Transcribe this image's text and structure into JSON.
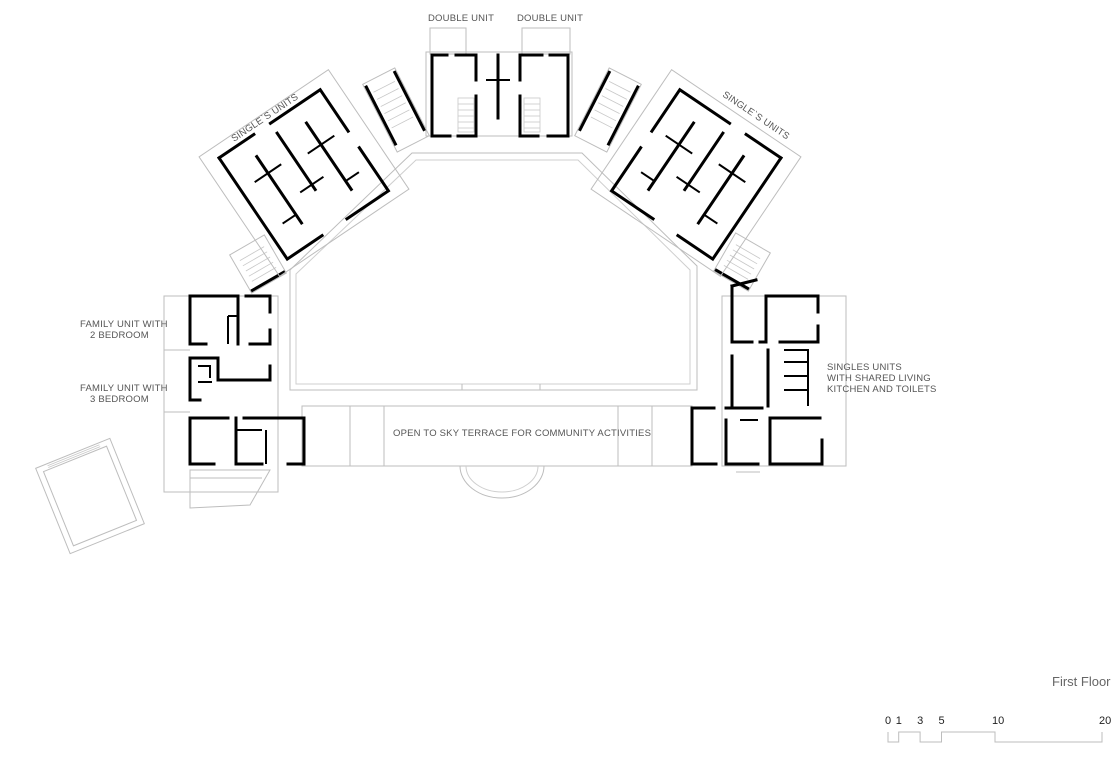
{
  "labels": {
    "double_unit_left": "DOUBLE UNIT",
    "double_unit_right": "DOUBLE UNIT",
    "singles_left": "SINGLE`S UNITS",
    "singles_right": "SINGLE`S UNITS",
    "family_2_line1": "FAMILY UNIT WITH",
    "family_2_line2": "2 BEDROOM",
    "family_3_line1": "FAMILY UNIT WITH",
    "family_3_line2": "3 BEDROOM",
    "singles_shared_line1": "SINGLES UNITS",
    "singles_shared_line2": "WITH SHARED LIVING",
    "singles_shared_line3": "KITCHEN AND TOILETS",
    "terrace": "OPEN TO SKY TERRACE FOR COMMUNITY ACTIVITIES"
  },
  "floor_title": "First Floor",
  "scale_bar": {
    "ticks": [
      "0",
      "1",
      "3",
      "5",
      "10",
      "20"
    ],
    "values": [
      0,
      1,
      3,
      5,
      10,
      20
    ]
  }
}
